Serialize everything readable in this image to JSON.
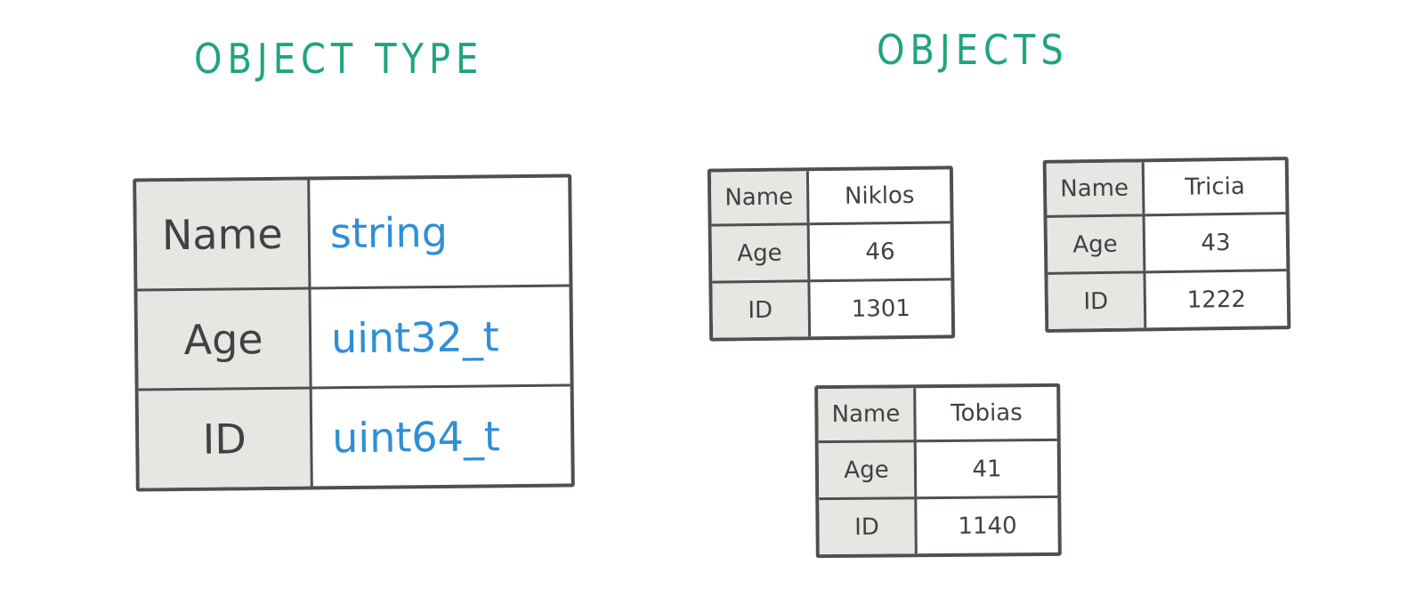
{
  "headings": {
    "object_type": "OBJECT TYPE",
    "objects": "OBJECTS"
  },
  "object_type_table": {
    "rows": [
      {
        "field": "Name",
        "type": "string"
      },
      {
        "field": "Age",
        "type": "uint32_t"
      },
      {
        "field": "ID",
        "type": "uint64_t"
      }
    ]
  },
  "objects": [
    {
      "rows": [
        {
          "field": "Name",
          "value": "Niklos"
        },
        {
          "field": "Age",
          "value": "46"
        },
        {
          "field": "ID",
          "value": "1301"
        }
      ]
    },
    {
      "rows": [
        {
          "field": "Name",
          "value": "Tricia"
        },
        {
          "field": "Age",
          "value": "43"
        },
        {
          "field": "ID",
          "value": "1222"
        }
      ]
    },
    {
      "rows": [
        {
          "field": "Name",
          "value": "Tobias"
        },
        {
          "field": "Age",
          "value": "41"
        },
        {
          "field": "ID",
          "value": "1140"
        }
      ]
    }
  ],
  "colors": {
    "heading": "#1fa47e",
    "type_text": "#2e8fd6",
    "ink": "#3d4343",
    "key_fill": "#e7e6e3"
  }
}
